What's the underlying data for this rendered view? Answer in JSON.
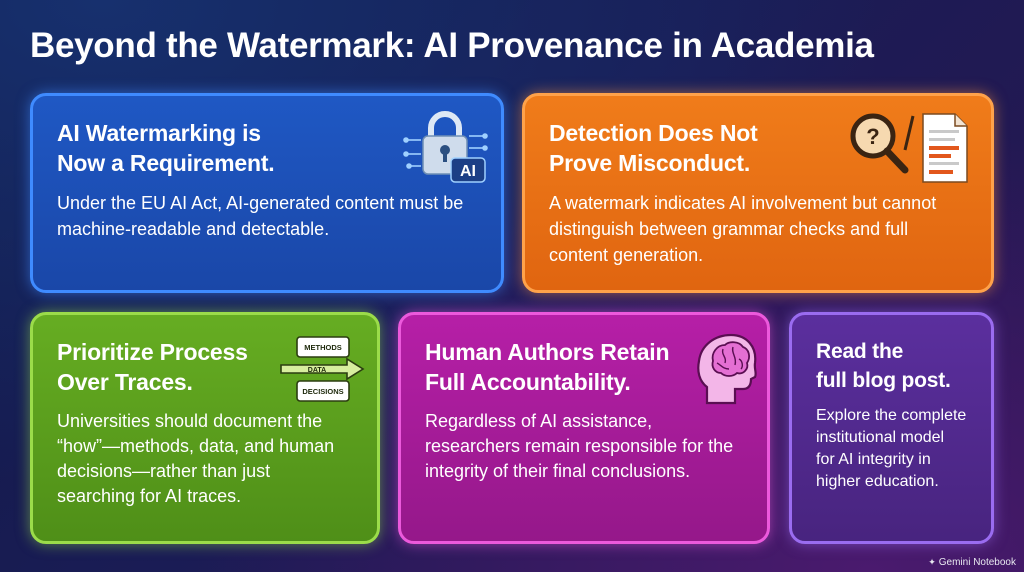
{
  "title": "Beyond the Watermark: AI Provenance in Academia",
  "cards": [
    {
      "heading_line1": "AI Watermarking is",
      "heading_line2": "Now a Requirement.",
      "body": "Under the EU AI Act, AI-generated content must be machine-readable and detectable.",
      "icon": "lock-icon",
      "icon_label": "AI",
      "color": "#1f58c4"
    },
    {
      "heading_line1": "Detection Does Not",
      "heading_line2": "Prove Misconduct.",
      "body": "A watermark indicates AI involvement but cannot distinguish between grammar checks and full content generation.",
      "icon": "magnifier-document-icon",
      "icon_label": "?",
      "color": "#f07c1a"
    },
    {
      "heading_line1": "Prioritize Process",
      "heading_line2": "Over Traces.",
      "body": "Universities should document the “how”—methods, data, and human decisions—rather than just searching for AI traces.",
      "icon": "process-flow-icon",
      "icon_labels": [
        "METHODS",
        "DATA",
        "DECISIONS"
      ],
      "color": "#66ad22"
    },
    {
      "heading_line1": "Human Authors Retain",
      "heading_line2": "Full Accountability.",
      "body": "Regardless of AI assistance, researchers remain responsible for the integrity of their final conclusions.",
      "icon": "human-brain-icon",
      "color": "#b61fa7"
    },
    {
      "heading_line1": "Read the",
      "heading_line2": "full blog post.",
      "body": "Explore the complete institutional model for AI integrity in higher education.",
      "color": "#5b2f9e"
    }
  ],
  "footer": {
    "label": "Gemini Notebook",
    "icon": "sparkle-icon"
  }
}
